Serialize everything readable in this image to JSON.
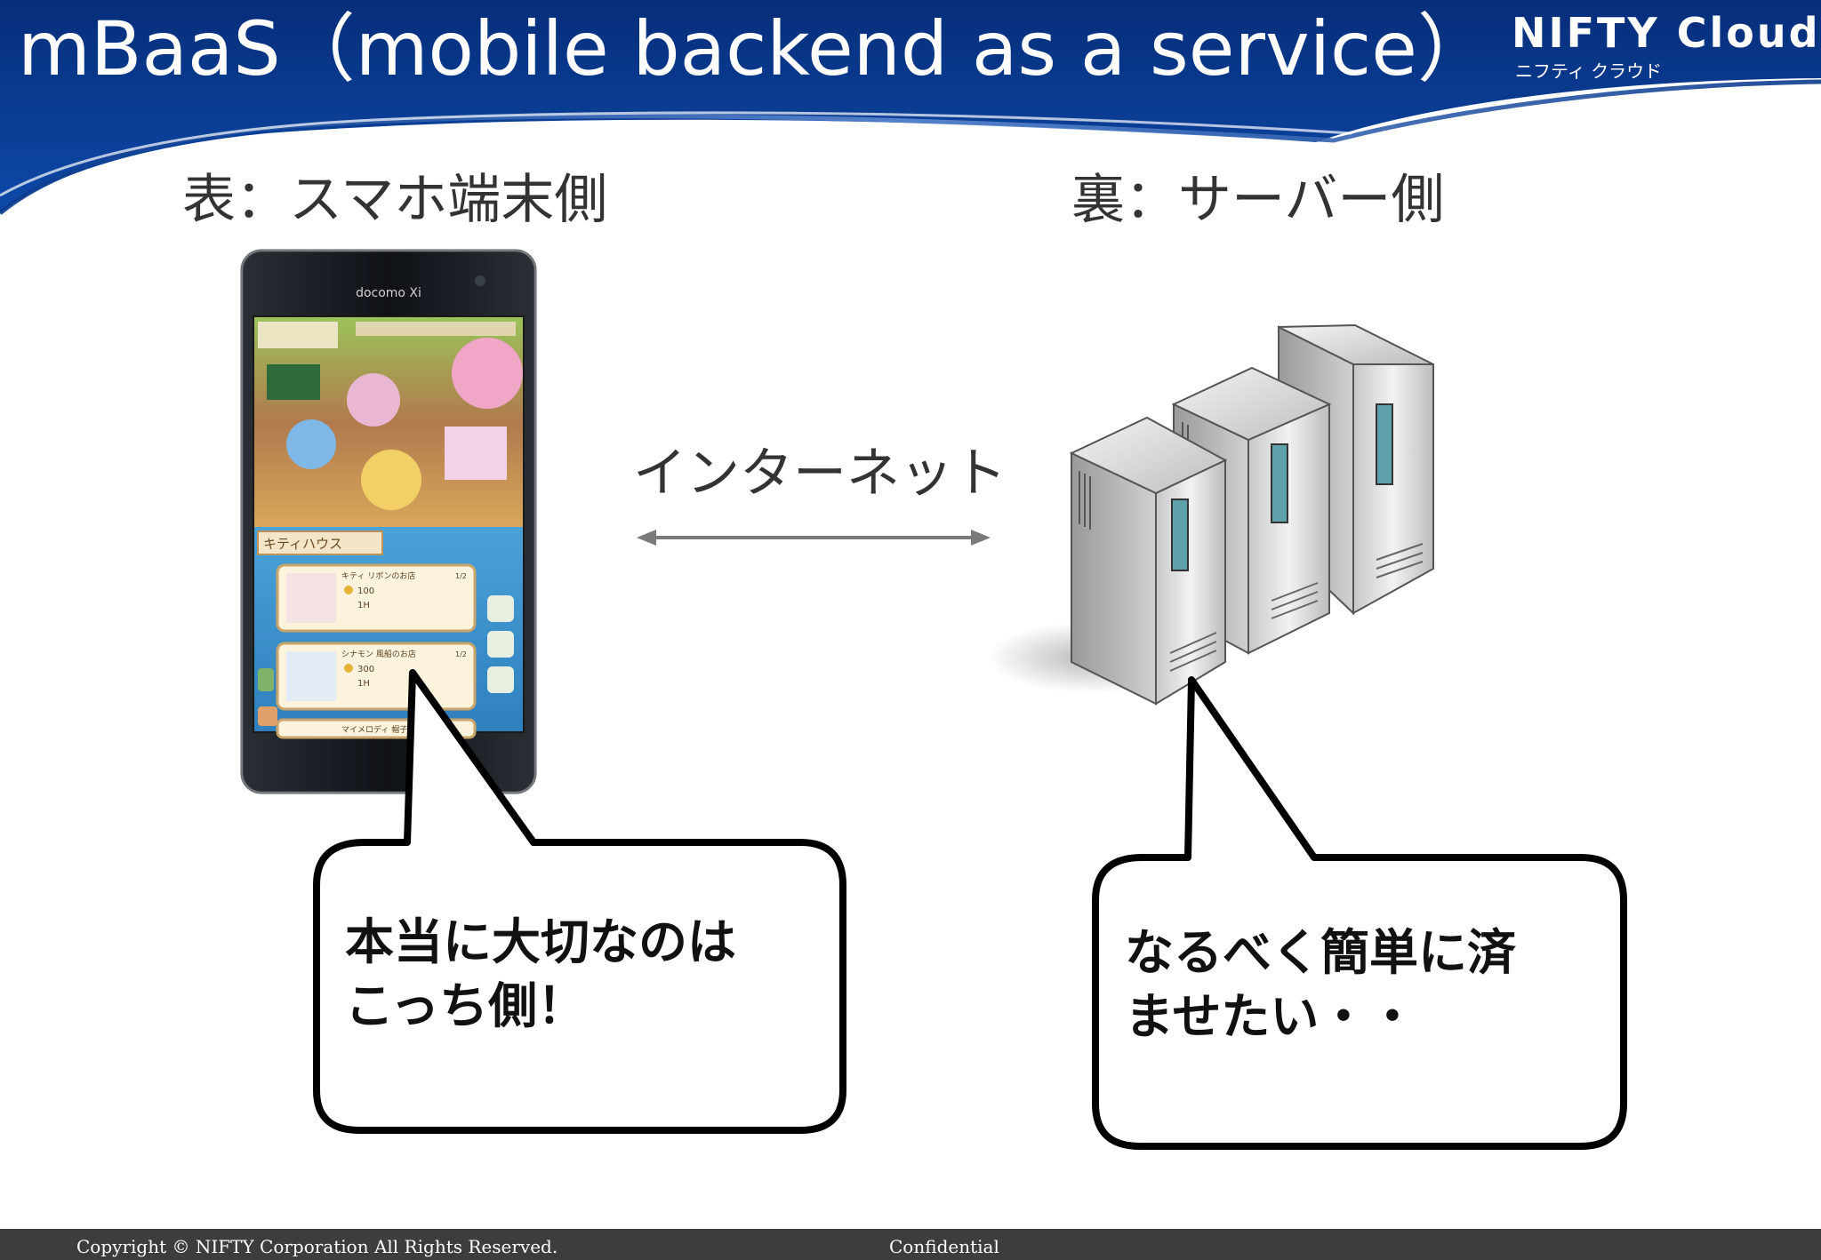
{
  "header": {
    "title": "mBaaS（mobile backend as a service）",
    "logo": {
      "main": "NIFTY Cloud",
      "sub": "ニフティ クラウド"
    }
  },
  "labels": {
    "front": "表：スマホ端末側",
    "back": "裏：サーバー側",
    "internet": "インターネット"
  },
  "phone": {
    "carrier": "docomo Xi",
    "game_tab": "キティハウス",
    "shop_items": [
      {
        "name": "キティ リボンのお店",
        "price": "100",
        "time": "1H",
        "count": "1/2"
      },
      {
        "name": "シナモン 風船のお店",
        "price": "300",
        "time": "1H",
        "count": "1/2"
      },
      {
        "name": "マイメロディ 帽子のお店"
      }
    ]
  },
  "bubbles": {
    "left": [
      "本当に大切なのは",
      "こっち側！"
    ],
    "right": [
      "なるべく簡単に済",
      "ませたい・・"
    ]
  },
  "footer": {
    "copyright": "Copyright © NIFTY Corporation All Rights Reserved.",
    "confidential": "Confidential"
  },
  "colors": {
    "header_blue": "#0a3a8c",
    "footer_gray": "#3d3d3d",
    "arrow_gray": "#7a7a7a"
  }
}
